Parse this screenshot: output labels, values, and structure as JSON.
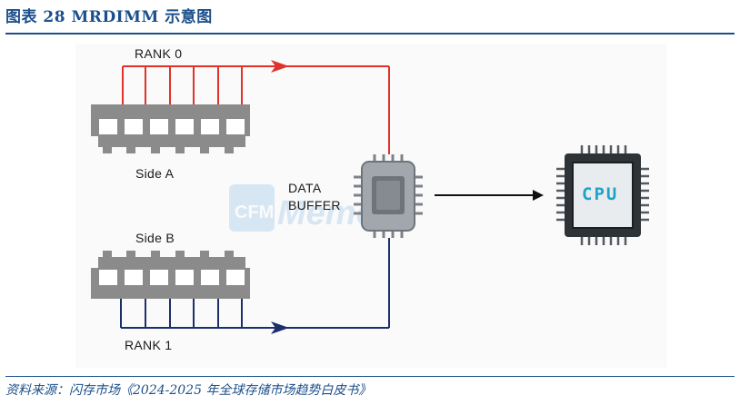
{
  "title": "图表 28   MRDIMM 示意图",
  "source": "资料来源：闪存市场《2024-2025 年全球存储市场趋势白皮书》",
  "diagram": {
    "rank0_label": "RANK 0",
    "rank1_label": "RANK 1",
    "side_a_label": "Side A",
    "side_b_label": "Side B",
    "buffer_label_line1": "DATA",
    "buffer_label_line2": "BUFFER",
    "cpu_label": "CPU",
    "watermark": "CFM Memory",
    "colors": {
      "rank0": "#e0322a",
      "rank1": "#1d2f6b",
      "chip": "#9aa0a6",
      "cpu_text": "#1fa3c8"
    }
  }
}
